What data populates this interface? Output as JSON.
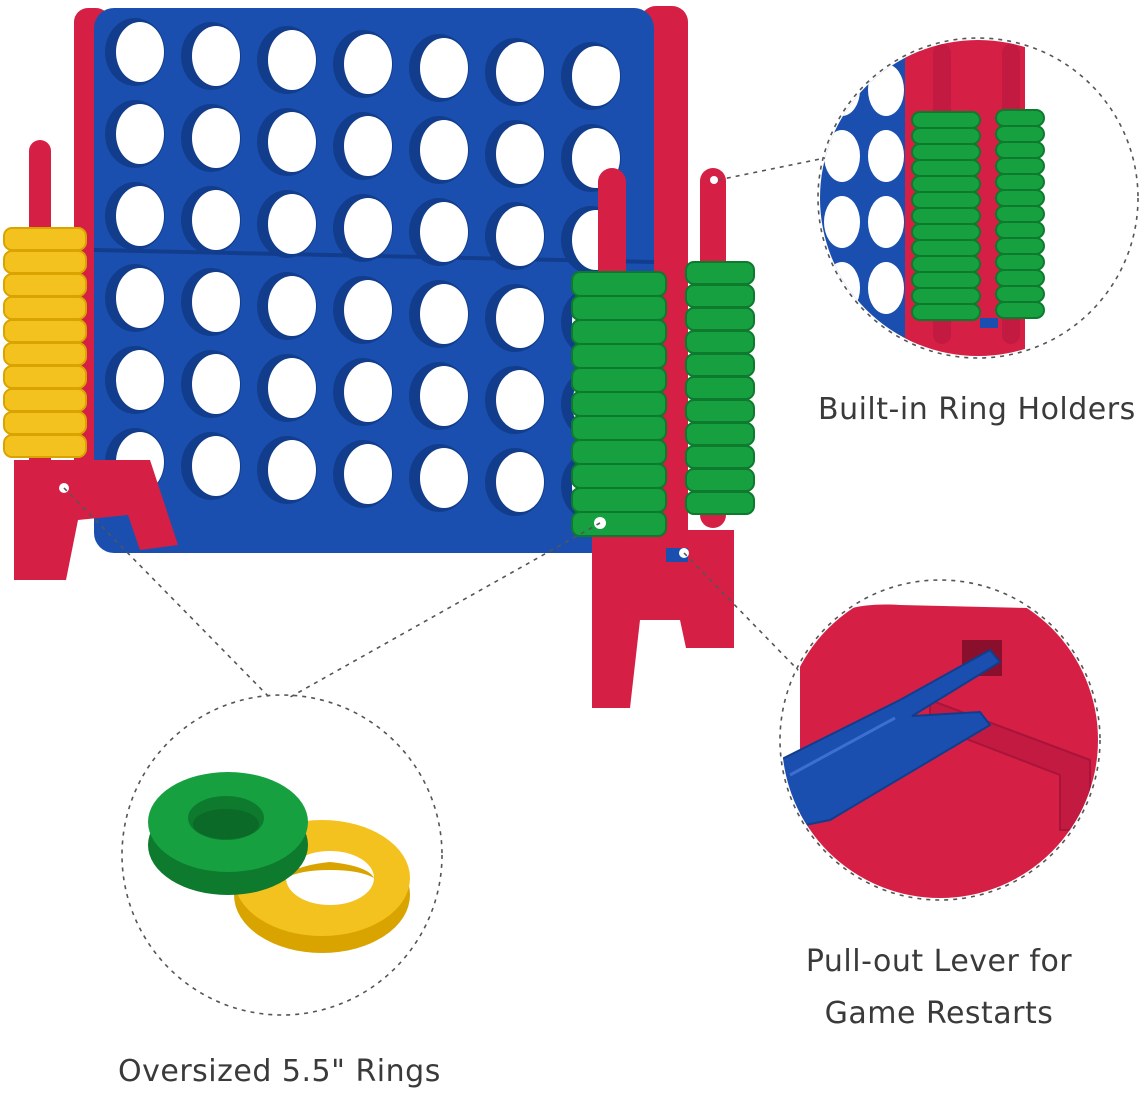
{
  "captions": {
    "ring_holders": "Built-in Ring Holders",
    "lever_line1": "Pull-out Lever for",
    "lever_line2": "Game Restarts",
    "rings": "Oversized 5.5\" Rings"
  },
  "colors": {
    "board_blue": "#1a4fb0",
    "board_blue_dark": "#123d8c",
    "frame_red": "#d61f45",
    "frame_red_dark": "#b0163a",
    "ring_green": "#16a040",
    "ring_green_dark": "#0d7a2e",
    "ring_yellow": "#f4c21f",
    "ring_yellow_dark": "#d9a400",
    "callout_line": "#555555",
    "caption_text": "#3a3a3a"
  },
  "icons": [
    "connect-four-board",
    "ring-holder-closeup",
    "pull-out-lever-closeup",
    "ring-pair-closeup"
  ]
}
